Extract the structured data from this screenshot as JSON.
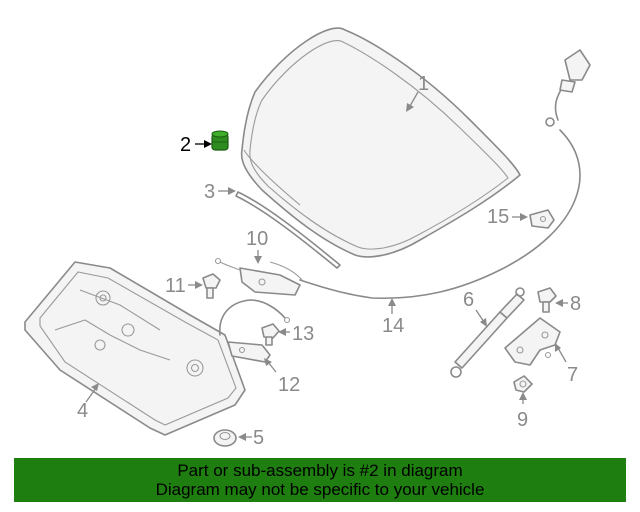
{
  "callouts": {
    "c1": "1",
    "c2": "2",
    "c3": "3",
    "c4": "4",
    "c5": "5",
    "c6": "6",
    "c7": "7",
    "c8": "8",
    "c9": "9",
    "c10": "10",
    "c11": "11",
    "c12": "12",
    "c13": "13",
    "c14": "14",
    "c15": "15"
  },
  "highlight": {
    "callout": "2",
    "color": "#2e8b1f"
  },
  "footer": {
    "line1": "Part or sub-assembly is #2 in diagram",
    "line2": "Diagram may not be specific to your vehicle",
    "background": "#1e7e10"
  }
}
